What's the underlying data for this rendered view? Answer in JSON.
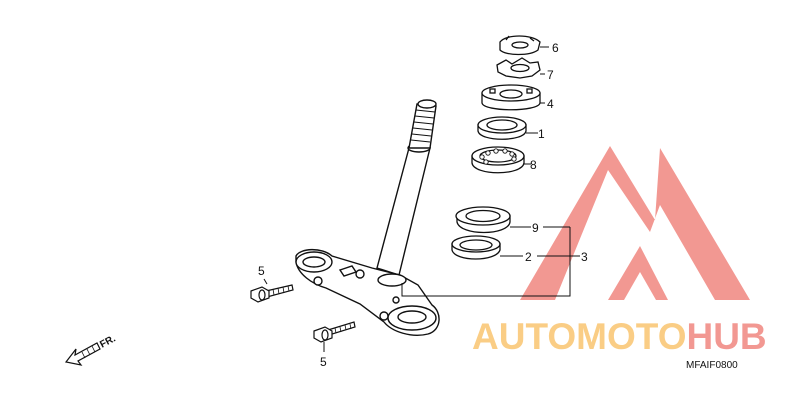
{
  "diagram": {
    "callouts": {
      "c6": "6",
      "c7": "7",
      "c4": "4",
      "c1": "1",
      "c8": "8",
      "c9": "9",
      "c2": "2",
      "c3": "3",
      "c5a": "5",
      "c5b": "5"
    },
    "direction_label": "FR.",
    "drawing_code": "MFAIF0800"
  },
  "watermark": {
    "part1": "AUTO",
    "part2": "MOTO",
    "part3": "HUB",
    "color_orange": "#f6a623",
    "color_red": "#e8443a"
  }
}
